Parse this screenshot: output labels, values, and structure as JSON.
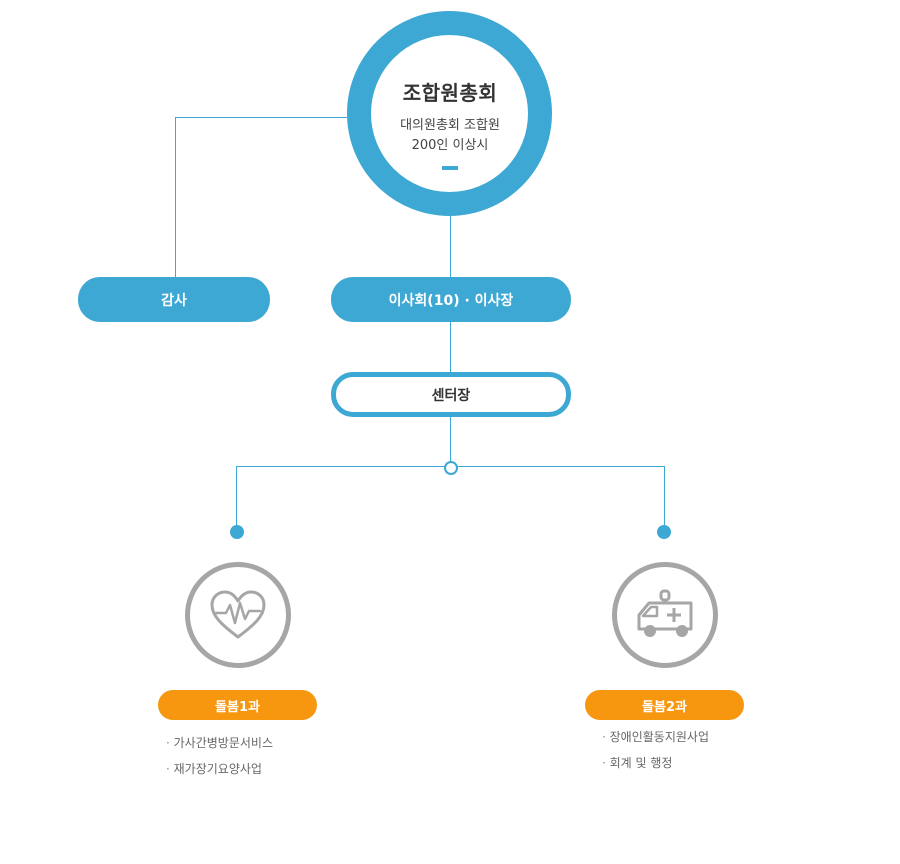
{
  "general_assembly": {
    "title": "조합원총회",
    "sub_line1": "대의원총회 조합원",
    "sub_line2": "200인 이상시"
  },
  "audit": {
    "label": "감사"
  },
  "board": {
    "label": "이사회(10) · 이사장"
  },
  "center_director": {
    "label": "센터장"
  },
  "departments": [
    {
      "label": "돌봄1과",
      "icon": "heart-pulse-icon",
      "items": [
        "가사간병방문서비스",
        "재가장기요양사업"
      ]
    },
    {
      "label": "돌봄2과",
      "icon": "ambulance-icon",
      "items": [
        "장애인활동지원사업",
        "회계 및 행정"
      ]
    }
  ],
  "colors": {
    "primary_blue": "#3ea8d4",
    "orange": "#f7960f",
    "icon_gray": "#a6a6a6"
  }
}
